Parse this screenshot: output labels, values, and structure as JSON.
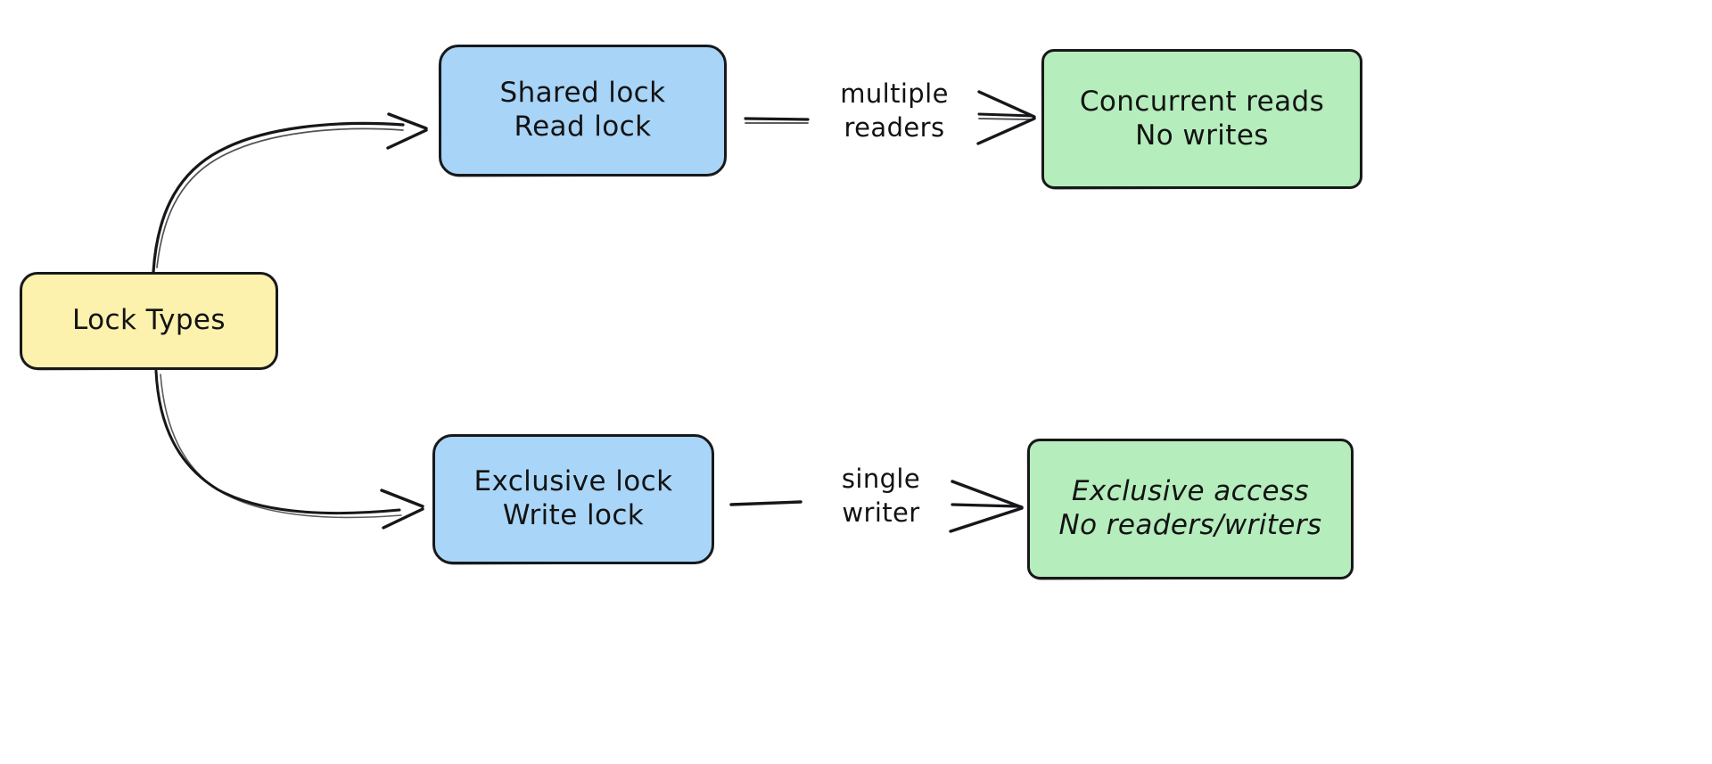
{
  "diagram": {
    "title": "Lock Types",
    "style": "hand-drawn flowchart",
    "background": "#ffffff",
    "colors": {
      "root_fill": "#fdf1ae",
      "lock_fill": "#a7d4f7",
      "outcome_fill": "#b5edbd",
      "stroke": "#17181a",
      "text": "#131313"
    },
    "nodes": [
      {
        "id": "root",
        "label": "Lock Types",
        "fill": "#fdf1ae",
        "shape": "rounded-rect"
      },
      {
        "id": "shared",
        "label": "Shared lock\nRead lock",
        "fill": "#a7d4f7",
        "shape": "rounded-rect"
      },
      {
        "id": "exclusive",
        "label": "Exclusive lock\nWrite lock",
        "fill": "#a7d4f7",
        "shape": "rounded-rect"
      },
      {
        "id": "concurrent",
        "label": "Concurrent reads\nNo writes",
        "fill": "#b5edbd",
        "shape": "rounded-rect"
      },
      {
        "id": "exaccess",
        "label": "Exclusive access\nNo readers/writers",
        "fill": "#b5edbd",
        "shape": "rounded-rect"
      }
    ],
    "edges": [
      {
        "id": "root-shared",
        "from": "root",
        "to": "shared",
        "label": "",
        "arrow": true
      },
      {
        "id": "root-exclusive",
        "from": "root",
        "to": "exclusive",
        "label": "",
        "arrow": true
      },
      {
        "id": "shared-concurrent",
        "from": "shared",
        "to": "concurrent",
        "label": "multiple\nreaders",
        "arrow": true
      },
      {
        "id": "exclusive-exaccess",
        "from": "exclusive",
        "to": "exaccess",
        "label": "single\nwriter",
        "arrow": true
      }
    ]
  }
}
